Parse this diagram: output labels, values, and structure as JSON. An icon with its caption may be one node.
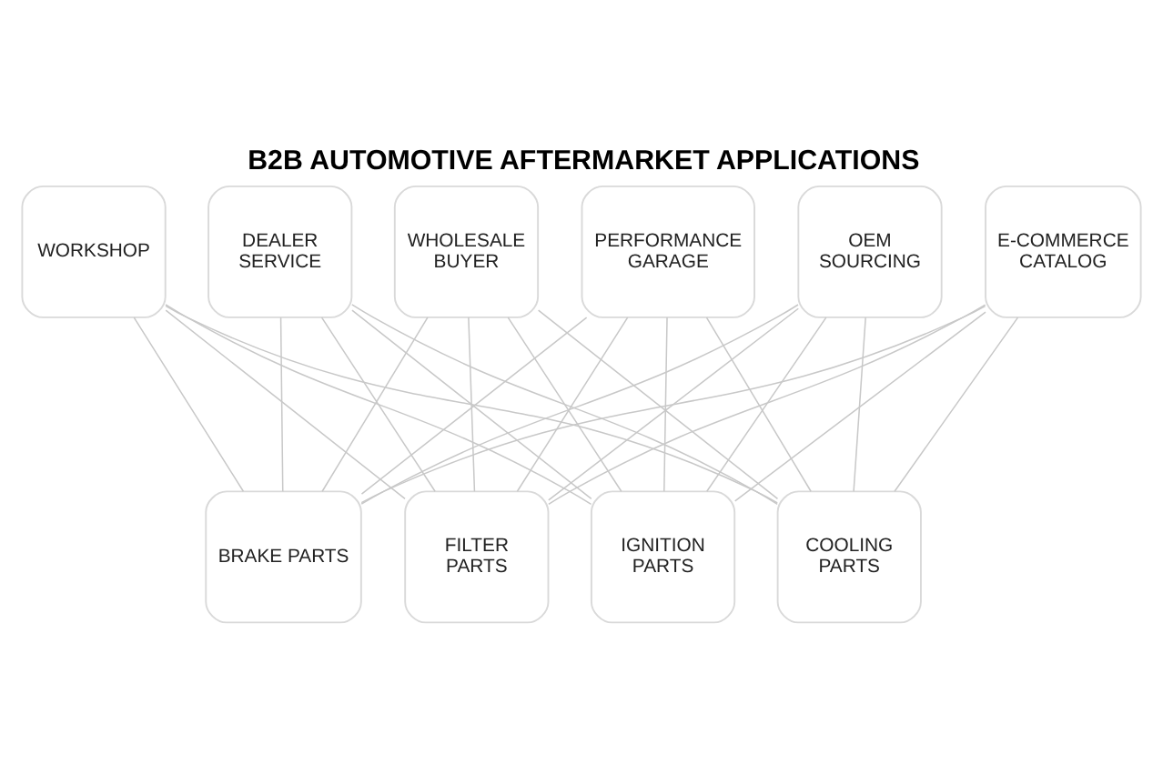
{
  "diagram": {
    "title": "B2B AUTOMOTIVE AFTERMARKET APPLICATIONS",
    "nodes": [
      {
        "text": [
          "WORKSHOP"
        ]
      },
      {
        "text": [
          "DEALER SERVICE"
        ]
      },
      {
        "text": [
          "WHOLESALE BUYER"
        ]
      },
      {
        "text": [
          "PERFORMANCE GARAGE"
        ]
      },
      {
        "text": [
          "OEM SOURCING"
        ]
      },
      {
        "text": [
          "E-COMMERCE CATALOG"
        ]
      },
      {
        "text": [
          "BRAKE PARTS"
        ]
      },
      {
        "text": [
          "FILTER PARTS"
        ]
      },
      {
        "text": [
          "IGNITION PARTS"
        ]
      },
      {
        "text": [
          "COOLING PARTS"
        ]
      }
    ],
    "edges": [
      {
        "from": 0,
        "to": 6,
        "arrow": "none"
      },
      {
        "from": 0,
        "to": 7,
        "arrow": "none"
      },
      {
        "from": 0,
        "to": 8,
        "arrow": "none"
      },
      {
        "from": 0,
        "to": 9,
        "arrow": "none"
      },
      {
        "from": 1,
        "to": 6,
        "arrow": "none"
      },
      {
        "from": 1,
        "to": 7,
        "arrow": "none"
      },
      {
        "from": 1,
        "to": 8,
        "arrow": "none"
      },
      {
        "from": 1,
        "to": 9,
        "arrow": "none"
      },
      {
        "from": 2,
        "to": 6,
        "arrow": "none"
      },
      {
        "from": 2,
        "to": 7,
        "arrow": "none"
      },
      {
        "from": 2,
        "to": 8,
        "arrow": "none"
      },
      {
        "from": 2,
        "to": 9,
        "arrow": "none"
      },
      {
        "from": 3,
        "to": 6,
        "arrow": "none"
      },
      {
        "from": 3,
        "to": 7,
        "arrow": "none"
      },
      {
        "from": 3,
        "to": 8,
        "arrow": "none"
      },
      {
        "from": 3,
        "to": 9,
        "arrow": "none"
      },
      {
        "from": 4,
        "to": 6,
        "arrow": "none"
      },
      {
        "from": 4,
        "to": 7,
        "arrow": "none"
      },
      {
        "from": 4,
        "to": 8,
        "arrow": "none"
      },
      {
        "from": 4,
        "to": 9,
        "arrow": "none"
      },
      {
        "from": 5,
        "to": 6,
        "arrow": "none"
      },
      {
        "from": 5,
        "to": 7,
        "arrow": "none"
      },
      {
        "from": 5,
        "to": 8,
        "arrow": "none"
      },
      {
        "from": 5,
        "to": 9,
        "arrow": "none"
      }
    ]
  }
}
